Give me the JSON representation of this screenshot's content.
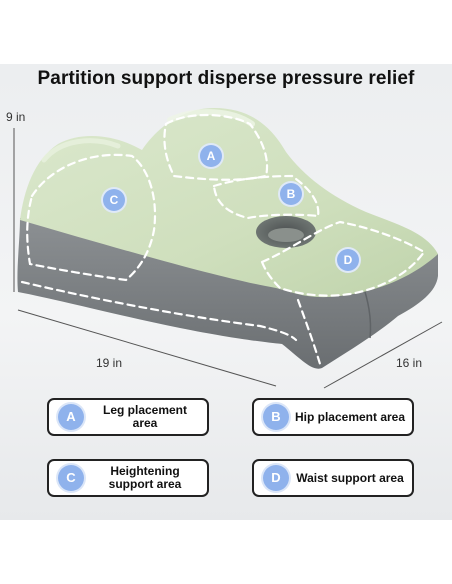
{
  "title": "Partition support disperse pressure relief",
  "dimensions": {
    "height": "9 in",
    "width": "19 in",
    "depth": "16 in"
  },
  "zones": [
    {
      "letter": "A",
      "label": "Leg placement area"
    },
    {
      "letter": "B",
      "label": "Hip placement area"
    },
    {
      "letter": "C",
      "label": "Heightening support area"
    },
    {
      "letter": "D",
      "label": "Waist support area"
    }
  ],
  "colors": {
    "foam_top": "#d6e4c6",
    "foam_base": "#7e8285",
    "badge": "#8fb2ec"
  }
}
